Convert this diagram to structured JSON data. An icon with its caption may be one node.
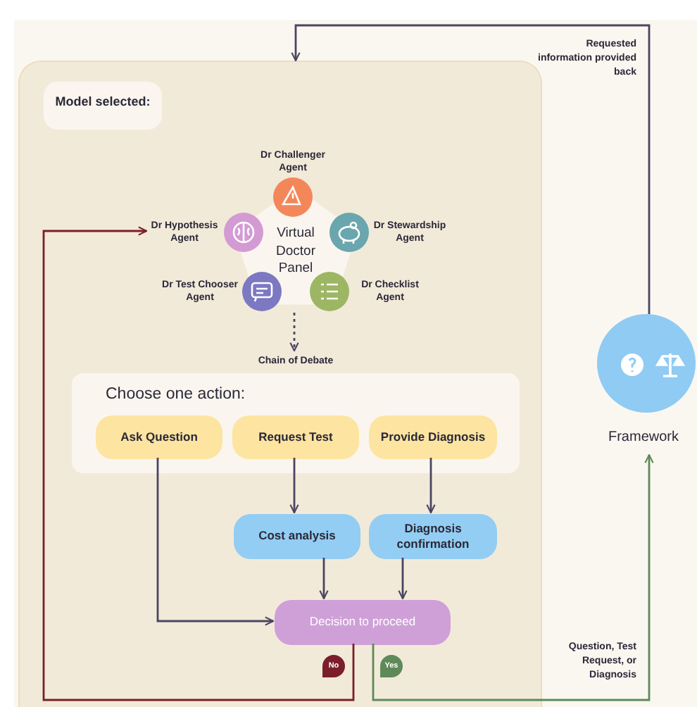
{
  "diagram": {
    "nodes": [
      {
        "text": [],
        "shape": "box"
      },
      {
        "text": [
          "Model selected:"
        ],
        "in": 0
      },
      {
        "text": [
          "Virtual Doctor Panel"
        ],
        "in": 0
      },
      {
        "text": [
          "Dr Challenger Agent"
        ],
        "in": 0
      },
      {
        "text": [
          "Dr Hypothesis Agent"
        ],
        "in": 0
      },
      {
        "text": [
          "Dr Stewardship Agent"
        ],
        "in": 0
      },
      {
        "text": [
          "Dr Test Chooser Agent"
        ],
        "in": 0
      },
      {
        "text": [
          "Dr Checklist Agent"
        ],
        "in": 0
      },
      {
        "text": [
          "Chain of Debate"
        ],
        "in": 0
      },
      {
        "text": [
          "Choose one action:"
        ],
        "in": 0
      },
      {
        "text": [
          "Ask Question"
        ],
        "in": 9
      },
      {
        "text": [
          "Request Test"
        ],
        "in": 9
      },
      {
        "text": [
          "Provide Diagnosis"
        ],
        "in": 9
      },
      {
        "text": [
          "Cost analysis"
        ],
        "in": 0
      },
      {
        "text": [
          "Diagnosis confirmation"
        ],
        "in": 0
      },
      {
        "text": [
          "Decision to proceed"
        ],
        "in": 0
      },
      {
        "text": [
          "Framework"
        ]
      }
    ],
    "edges": [
      {
        "from": 2,
        "to": 8,
        "arrow": "to",
        "style": "dashed"
      },
      {
        "from": 10,
        "to": 15,
        "arrow": "to"
      },
      {
        "from": 11,
        "to": 13,
        "arrow": "to"
      },
      {
        "from": 12,
        "to": 14,
        "arrow": "to"
      },
      {
        "from": 13,
        "to": 15,
        "arrow": "to"
      },
      {
        "from": 14,
        "to": 15,
        "arrow": "to"
      },
      {
        "from": 15,
        "to": 4,
        "arrow": "to",
        "label": "No",
        "color": "#7b1e2b"
      },
      {
        "from": 15,
        "to": 16,
        "arrow": "to",
        "label": "Yes",
        "color": "#5e8a5a"
      },
      {
        "from": 16,
        "to": 0,
        "arrow": "to",
        "label": "Requested information provided back"
      }
    ],
    "labels": [
      "Question, Test Request, or Diagnosis"
    ]
  }
}
